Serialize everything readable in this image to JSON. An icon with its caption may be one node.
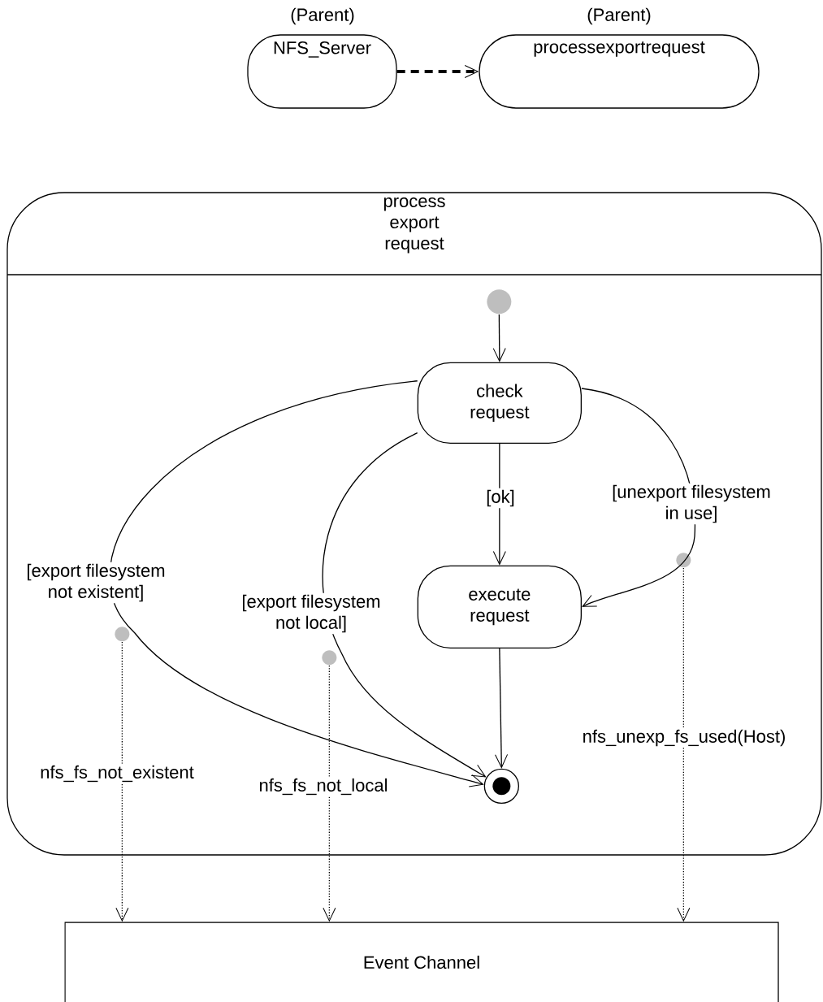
{
  "diagram": {
    "nodes": [
      {
        "text": [
          "NFS_Server"
        ],
        "beside": [
          "(Parent)"
        ]
      },
      {
        "text": [
          "processexportrequest"
        ],
        "beside": [
          "(Parent)"
        ]
      },
      {
        "text": [
          "process export request"
        ]
      },
      {
        "text": [],
        "shape": "circle",
        "in": 2
      },
      {
        "text": [
          "check request"
        ],
        "in": 2
      },
      {
        "text": [
          "execute request"
        ],
        "in": 2
      },
      {
        "text": [],
        "shape": "circle",
        "in": 2
      },
      {
        "text": [],
        "shape": "circle",
        "in": 2
      },
      {
        "text": [],
        "shape": "circle",
        "in": 2
      },
      {
        "text": [],
        "shape": "circle",
        "in": 2
      },
      {
        "text": [
          "Event Channel"
        ]
      }
    ],
    "edges": [
      {
        "from": 0,
        "to": 1,
        "arrow": "to",
        "style": "dashed"
      },
      {
        "from": 3,
        "to": 4,
        "arrow": "to"
      },
      {
        "from": 4,
        "to": 5,
        "arrow": "to",
        "label": "[ok]"
      },
      {
        "from": 4,
        "to": 6,
        "arrow": "to",
        "label": "[export filesystem not existent]"
      },
      {
        "from": 4,
        "to": 6,
        "arrow": "to",
        "label": "[export filesystem not local]"
      },
      {
        "from": 4,
        "to": 5,
        "arrow": "to",
        "label": "[unexport filesystem in use]"
      },
      {
        "from": 5,
        "to": 6,
        "arrow": "to"
      },
      {
        "from": 7,
        "to": 10,
        "arrow": "to",
        "style": "dashed",
        "label": "nfs_fs_not_existent"
      },
      {
        "from": 8,
        "to": 10,
        "arrow": "to",
        "style": "dashed",
        "label": "nfs_fs_not_local"
      },
      {
        "from": 9,
        "to": 10,
        "arrow": "to",
        "style": "dashed",
        "label": "nfs_unexp_fs_used(Host)"
      }
    ]
  }
}
